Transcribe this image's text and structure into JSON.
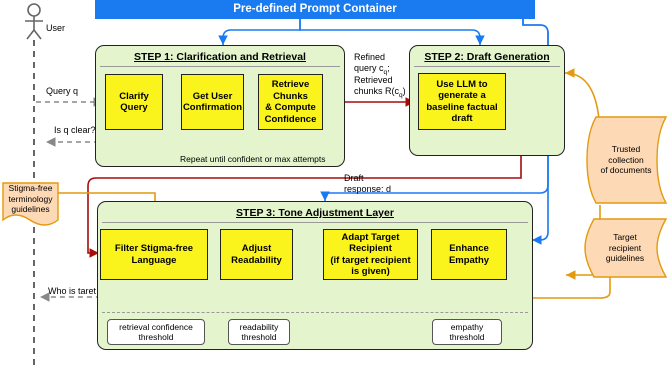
{
  "actor": {
    "label": "User"
  },
  "container": {
    "title": "Pre-defined Prompt Container"
  },
  "step1": {
    "title": "STEP 1: Clarification and Retrieval",
    "boxes": [
      "Clarify\nQuery",
      "Get User\nConfirmation",
      "Retrieve\nChunks\n& Compute\nConfidence"
    ],
    "repeat_note": "Repeat until confident or max attempts"
  },
  "step2": {
    "title": "STEP 2: Draft Generation",
    "box": "Use LLM to\ngenerate a\nbaseline factual\ndraft"
  },
  "step3": {
    "title": "STEP 3: Tone Adjustment Layer",
    "boxes": [
      "Filter Stigma-free\nLanguage",
      "Adjust\nReadability",
      "Adapt Target\nRecipient\n(if target recipient\nis given)",
      "Enhance\nEmpathy"
    ],
    "thresholds": [
      "retrieval confidence\nthreshold",
      "readability\nthreshold",
      "empathy\nthreshold"
    ]
  },
  "labels": {
    "query": "Query q",
    "is_clear": "Is q clear?",
    "refined_1": "Refined",
    "refined_2a": "query c",
    "refined_2sub": "q",
    "refined_2b": ";",
    "retrieved_1": "Retrieved",
    "retrieved_2a": "chunks R(c",
    "retrieved_2sub": "q",
    "retrieved_2b": ")",
    "draft": "Draft\nresponse: d",
    "recipient_q": "Who is taret recipient?"
  },
  "documents": {
    "stigma": "Stigma-free\nterminology\nguidelines",
    "trusted": "Trusted\ncollection\nof documents",
    "target": "Target\nrecipient\nguidelines"
  },
  "colors": {
    "container": "#1a7af0",
    "panel": "#e4f5cd",
    "step": "#fbf31c",
    "flow": "#a50d0d",
    "doc_fill": "#fdd9b5",
    "doc_edge": "#e39a0e",
    "user_link": "#888888"
  }
}
